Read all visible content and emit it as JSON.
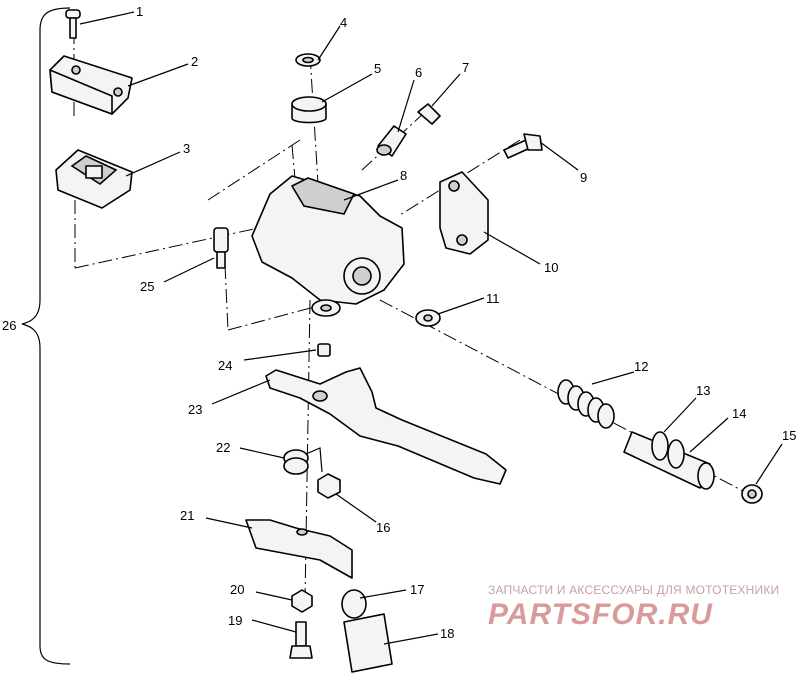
{
  "diagram": {
    "callouts": [
      {
        "id": "c1",
        "text": "1"
      },
      {
        "id": "c2",
        "text": "2"
      },
      {
        "id": "c3",
        "text": "3"
      },
      {
        "id": "c4",
        "text": "4"
      },
      {
        "id": "c5",
        "text": "5"
      },
      {
        "id": "c6",
        "text": "6"
      },
      {
        "id": "c7",
        "text": "7"
      },
      {
        "id": "c8",
        "text": "8"
      },
      {
        "id": "c9",
        "text": "9"
      },
      {
        "id": "c10",
        "text": "10"
      },
      {
        "id": "c11",
        "text": "11"
      },
      {
        "id": "c12",
        "text": "12"
      },
      {
        "id": "c13",
        "text": "13"
      },
      {
        "id": "c14",
        "text": "14"
      },
      {
        "id": "c15",
        "text": "15"
      },
      {
        "id": "c16",
        "text": "16"
      },
      {
        "id": "c17",
        "text": "17"
      },
      {
        "id": "c18",
        "text": "18"
      },
      {
        "id": "c19",
        "text": "19"
      },
      {
        "id": "c20",
        "text": "20"
      },
      {
        "id": "c21",
        "text": "21"
      },
      {
        "id": "c22",
        "text": "22"
      },
      {
        "id": "c23",
        "text": "23"
      },
      {
        "id": "c24",
        "text": "24"
      },
      {
        "id": "c25",
        "text": "25"
      },
      {
        "id": "c26",
        "text": "26"
      }
    ]
  },
  "watermark": {
    "tagline": "ЗАПЧАСТИ И АКСЕССУАРЫ ДЛЯ МОТОТЕХНИКИ",
    "brand": "PARTSFOR.RU",
    "color": "#d99a9a"
  }
}
